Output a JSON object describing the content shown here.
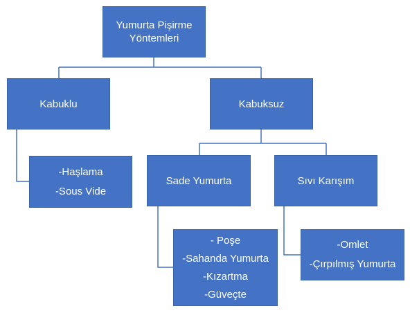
{
  "colors": {
    "node_fill": "#4472C4",
    "node_border": "#3A63AC",
    "connector": "#4472C4",
    "text": "#ffffff"
  },
  "nodes": {
    "root": {
      "lines": [
        "Yumurta Pişirme",
        "Yöntemleri"
      ]
    },
    "kabuklu": {
      "label": "Kabuklu"
    },
    "kabuksuz": {
      "label": "Kabuksuz"
    },
    "kabuklu_list": {
      "lines": [
        "-Haşlama",
        "-Sous Vide"
      ]
    },
    "sade": {
      "label": "Sade Yumurta"
    },
    "sivi": {
      "label": "Sıvı Karışım"
    },
    "sade_list": {
      "lines": [
        "- Poşe",
        "-Sahanda Yumurta",
        "-Kızartma",
        "-Güveçte"
      ]
    },
    "sivi_list": {
      "lines": [
        "-Omlet",
        "-Çırpılmış Yumurta"
      ]
    }
  }
}
